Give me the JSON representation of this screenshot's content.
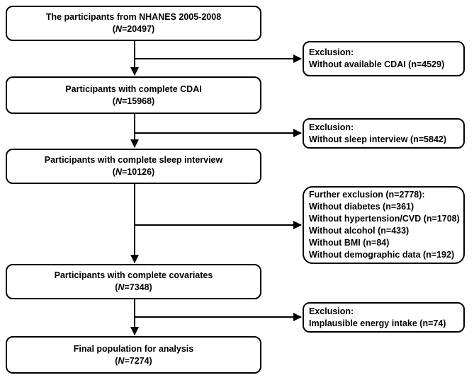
{
  "figure": {
    "boxes": [
      {
        "title": "The participants from NHANES 2005-2008",
        "n_prefix": "(",
        "n_italic": "N",
        "n_suffix": "=20497)"
      },
      {
        "title": "Participants with complete CDAI",
        "n_prefix": "(",
        "n_italic": "N",
        "n_suffix": "=15968)"
      },
      {
        "title": "Participants with complete sleep interview",
        "n_prefix": "(",
        "n_italic": "N",
        "n_suffix": "=10126)"
      },
      {
        "title": "Participants with complete covariates",
        "n_prefix": "(",
        "n_italic": "N",
        "n_suffix": "=7348)"
      },
      {
        "title": "Final population for analysis",
        "n_prefix": "(",
        "n_italic": "N",
        "n_suffix": "=7274)"
      }
    ],
    "exclusions": [
      {
        "lines": [
          "Exclusion:",
          "Without available CDAI (n=4529)"
        ]
      },
      {
        "lines": [
          "Exclusion:",
          "Without sleep interview (n=5842)"
        ]
      },
      {
        "lines": [
          "Further exclusion (n=2778):",
          "Without diabetes (n=361)",
          "Without hypertension/CVD (n=1708)",
          "Without alcohol (n=433)",
          "Without BMI (n=84)",
          "Without demographic data (n=192)"
        ]
      },
      {
        "lines": [
          "Exclusion:",
          "Implausible energy intake (n=74)"
        ]
      }
    ],
    "colors": {
      "line": "#000000",
      "border": "#000000",
      "text": "#000000",
      "background": "#ffffff"
    }
  }
}
